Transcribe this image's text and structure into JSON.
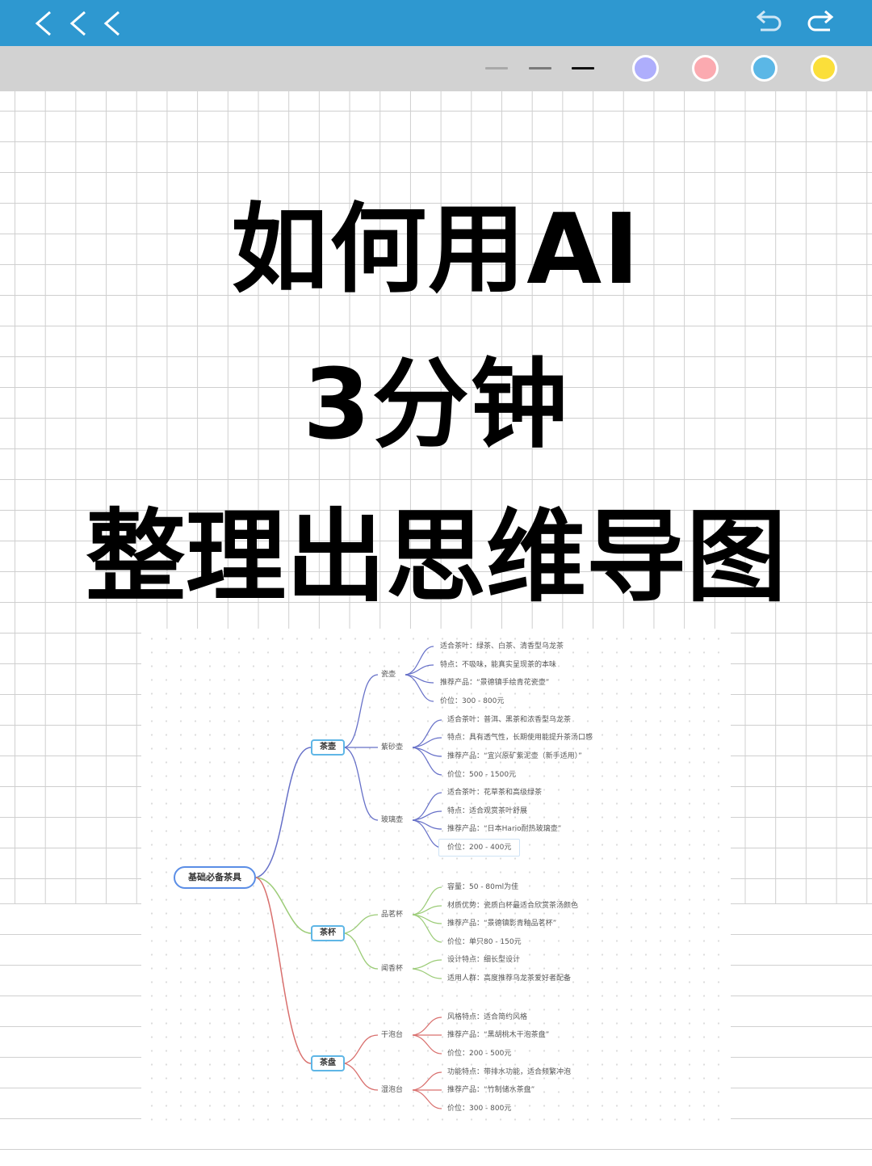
{
  "topbar": {
    "back_buttons": [
      "<",
      "<",
      "<"
    ],
    "undo_label": "undo",
    "redo_label": "redo",
    "background": "#2e98d0"
  },
  "toolbar": {
    "strokes": [
      {
        "name": "thin",
        "color": "#a9a9a9"
      },
      {
        "name": "medium",
        "color": "#7a7a7a"
      },
      {
        "name": "thick",
        "color": "#111111"
      }
    ],
    "colors": [
      "#aeaefc",
      "#fbaab0",
      "#5bb7e6",
      "#fbdf3a"
    ]
  },
  "title": {
    "line1": "如何用AI",
    "line2": "3分钟",
    "line3": "整理出思维导图"
  },
  "mindmap": {
    "root": "基础必备茶具",
    "branches": [
      {
        "label": "茶壶",
        "color": "#6670c8",
        "children": [
          {
            "label": "瓷壶",
            "items": [
              "适合茶叶：绿茶、白茶、清香型乌龙茶",
              "特点：不吸味，能真实呈现茶的本味",
              "推荐产品：“景德镇手绘青花瓷壶”",
              "价位：300 - 800元"
            ]
          },
          {
            "label": "紫砂壶",
            "items": [
              "适合茶叶：普洱、黑茶和浓香型乌龙茶",
              "特点：具有透气性，长期使用能提升茶汤口感",
              "推荐产品：“宜兴原矿紫泥壶（新手适用）”",
              "价位：500 - 1500元"
            ]
          },
          {
            "label": "玻璃壶",
            "items": [
              "适合茶叶：花草茶和高级绿茶",
              "特点：适合观赏茶叶舒展",
              "推荐产品：“日本Hario耐热玻璃壶”",
              "价位：200 - 400元"
            ]
          }
        ]
      },
      {
        "label": "茶杯",
        "color": "#9ccc78",
        "children": [
          {
            "label": "品茗杯",
            "items": [
              "容量：50 - 80ml为佳",
              "材质优势：瓷质白杯最适合欣赏茶汤颜色",
              "推荐产品：“景德镇影青釉品茗杯”",
              "价位：单只80 - 150元"
            ]
          },
          {
            "label": "闻香杯",
            "items": [
              "设计特点：细长型设计",
              "适用人群：高度推荐乌龙茶爱好者配备"
            ]
          }
        ]
      },
      {
        "label": "茶盘",
        "color": "#d9706e",
        "children": [
          {
            "label": "干泡台",
            "items": [
              "风格特点：适合简约风格",
              "推荐产品：“黑胡桃木干泡茶盘”",
              "价位：200 - 500元"
            ]
          },
          {
            "label": "湿泡台",
            "items": [
              "功能特点：带排水功能，适合频繁冲泡",
              "推荐产品：“竹制储水茶盘”",
              "价位：300 - 800元"
            ]
          }
        ]
      }
    ]
  }
}
